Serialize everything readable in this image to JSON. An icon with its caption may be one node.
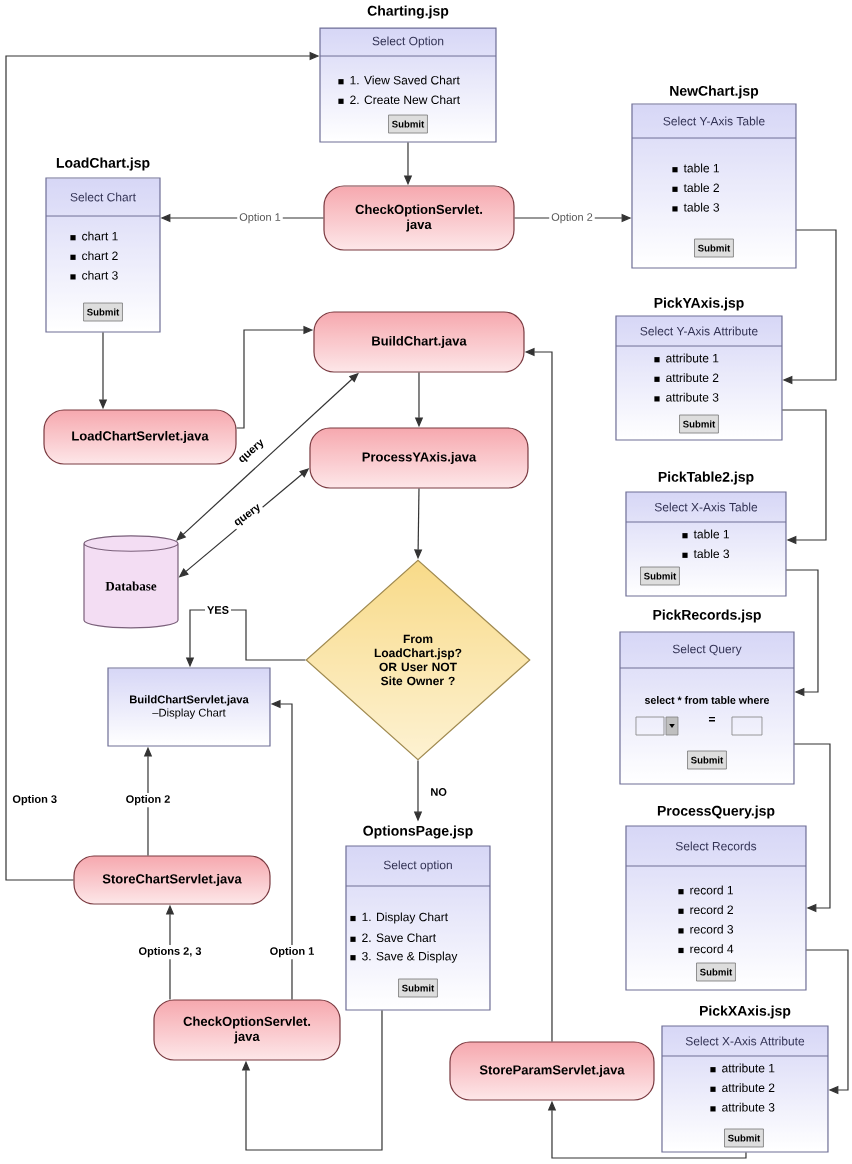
{
  "diagram": {
    "nodes": [
      {
        "text": [
          "Charting.jsp",
          "Select Option",
          "1. View Saved Chart",
          "2. Create New Chart",
          "Submit"
        ]
      },
      {
        "text": [
          "CheckOptionServlet. java"
        ]
      },
      {
        "text": [
          "LoadChart.jsp",
          "Select Chart",
          "chart 1",
          "chart 2",
          "chart 3",
          "Submit"
        ]
      },
      {
        "text": [
          "NewChart.jsp",
          "Select Y-Axis Table",
          "table 1",
          "table 2",
          "table 3",
          "Submit"
        ]
      },
      {
        "text": [
          "PickYAxis.jsp",
          "Select Y-Axis Attribute",
          "attribute 1",
          "attribute 2",
          "attribute 3",
          "Submit"
        ]
      },
      {
        "text": [
          "BuildChart.java"
        ]
      },
      {
        "text": [
          "LoadChartServlet.java"
        ]
      },
      {
        "text": [
          "ProcessYAxis.java"
        ]
      },
      {
        "text": [
          "Database"
        ]
      },
      {
        "text": [
          "PickTable2.jsp",
          "Select X-Axis Table",
          "table 1",
          "table 3",
          "Submit"
        ]
      },
      {
        "text": [
          "From LoadChart.jsp? OR User NOT Site Owner ?"
        ]
      },
      {
        "text": [
          "PickRecords.jsp",
          "Select Query",
          "select * from table where",
          "=",
          "Submit"
        ]
      },
      {
        "text": [
          "BuildChartServlet.java",
          "–Display Chart"
        ]
      },
      {
        "text": [
          "OptionsPage.jsp",
          "Select option",
          "1. Display Chart",
          "2. Save Chart",
          "3. Save & Display",
          "Submit"
        ]
      },
      {
        "text": [
          "ProcessQuery.jsp",
          "Select Records",
          "record 1",
          "record 2",
          "record 3",
          "record 4",
          "Submit"
        ]
      },
      {
        "text": [
          "StoreChartServlet.java"
        ]
      },
      {
        "text": [
          "CheckOptionServlet. java"
        ]
      },
      {
        "text": [
          "StoreParamServlet.java"
        ]
      },
      {
        "text": [
          "PickXAxis.jsp",
          "Select X-Axis Attribute",
          "attribute 1",
          "attribute 2",
          "attribute 3",
          "Submit"
        ]
      }
    ],
    "edges": [
      {
        "from": 0,
        "to": 1,
        "arrow": "to"
      },
      {
        "from": 1,
        "to": 2,
        "arrow": "to",
        "label": "Option 1"
      },
      {
        "from": 1,
        "to": 3,
        "arrow": "to",
        "label": "Option 2"
      },
      {
        "from": 3,
        "to": 4,
        "arrow": "to"
      },
      {
        "from": 4,
        "to": 9,
        "arrow": "to"
      },
      {
        "from": 9,
        "to": 11,
        "arrow": "to"
      },
      {
        "from": 11,
        "to": 14,
        "arrow": "to"
      },
      {
        "from": 14,
        "to": 18,
        "arrow": "to"
      },
      {
        "from": 18,
        "to": 17,
        "arrow": "to"
      },
      {
        "from": 17,
        "to": 5,
        "arrow": "to"
      },
      {
        "from": 2,
        "to": 6,
        "arrow": "to"
      },
      {
        "from": 6,
        "to": 5,
        "arrow": "to"
      },
      {
        "from": 8,
        "to": 5,
        "arrow": "both",
        "label": "query"
      },
      {
        "from": 8,
        "to": 7,
        "arrow": "both",
        "label": "query"
      },
      {
        "from": 5,
        "to": 7,
        "arrow": "to"
      },
      {
        "from": 7,
        "to": 10,
        "arrow": "to"
      },
      {
        "from": 10,
        "to": 12,
        "arrow": "to",
        "label": "YES"
      },
      {
        "from": 10,
        "to": 13,
        "arrow": "to",
        "label": "NO"
      },
      {
        "from": 13,
        "to": 16,
        "arrow": "to"
      },
      {
        "from": 16,
        "to": 15,
        "arrow": "to",
        "label": "Options  2, 3"
      },
      {
        "from": 16,
        "to": 12,
        "arrow": "to",
        "label": "Option 1"
      },
      {
        "from": 15,
        "to": 12,
        "arrow": "to",
        "label": "Option 2"
      },
      {
        "from": 15,
        "to": 0,
        "arrow": "to",
        "label": "Option  3"
      }
    ]
  }
}
